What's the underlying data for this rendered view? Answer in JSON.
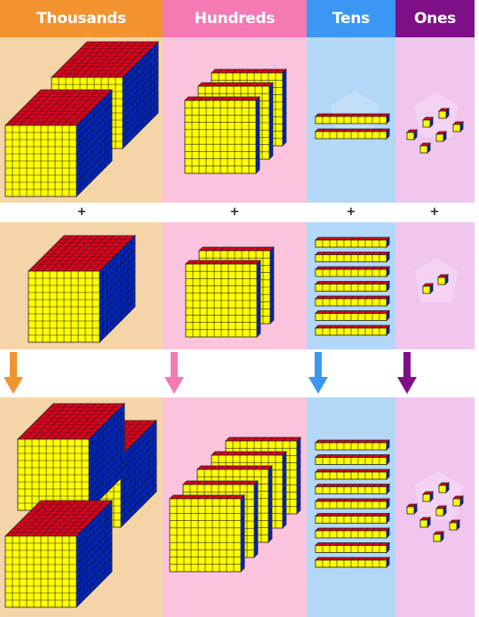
{
  "headers": [
    "Thousands",
    "Hundreds",
    "Tens",
    "Ones"
  ],
  "colors": {
    "thousands_header": "#f2932f",
    "hundreds_header": "#f57ab4",
    "tens_header": "#3b97f3",
    "ones_header": "#7f0f88",
    "thousands_bg": "#f5d5a8",
    "hundreds_bg": "#fbc4dc",
    "tens_bg": "#b3d7f7",
    "ones_bg": "#f0c6ef",
    "cube_front": "#ffff00",
    "cube_top": "#e4001b",
    "cube_side": "#0026c8"
  },
  "operator": "+",
  "addends": {
    "first": {
      "thousands": 2,
      "hundreds": 3,
      "tens": 2,
      "ones": 6
    },
    "second": {
      "thousands": 1,
      "hundreds": 2,
      "tens": 7,
      "ones": 2
    }
  },
  "sum": {
    "thousands": 3,
    "hundreds": 5,
    "tens": 9,
    "ones": 8
  },
  "icons": [
    "arrow-down-icon",
    "arrow-down-icon",
    "arrow-down-icon",
    "arrow-down-icon"
  ]
}
